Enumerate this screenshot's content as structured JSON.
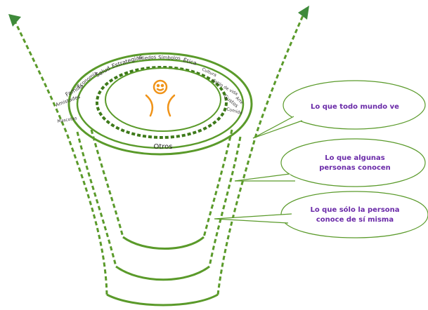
{
  "inner_label": "Otros",
  "ring_words": [
    "Salud",
    "Estrategias",
    "Miedos",
    "Símbolos",
    "Ética",
    "Economía",
    "Cultura",
    "Estilo de vida",
    "Familia",
    "Gustos",
    "Arte",
    "Amistades",
    "Comida",
    "Mascotas"
  ],
  "callouts": [
    {
      "lines": [
        "Lo que todo mundo ve"
      ]
    },
    {
      "lines": [
        "Lo que algunas",
        "personas conocen"
      ]
    },
    {
      "lines": [
        "Lo que sólo la persona",
        "conoce de sí misma"
      ]
    }
  ],
  "colors": {
    "green": "#5a9a2a",
    "dark_green": "#3e7a1a",
    "purple": "#6a2aa8",
    "orange": "#f0941a"
  },
  "icons": [
    "person-icon",
    "arrow-up-left-icon",
    "arrow-up-right-icon"
  ]
}
